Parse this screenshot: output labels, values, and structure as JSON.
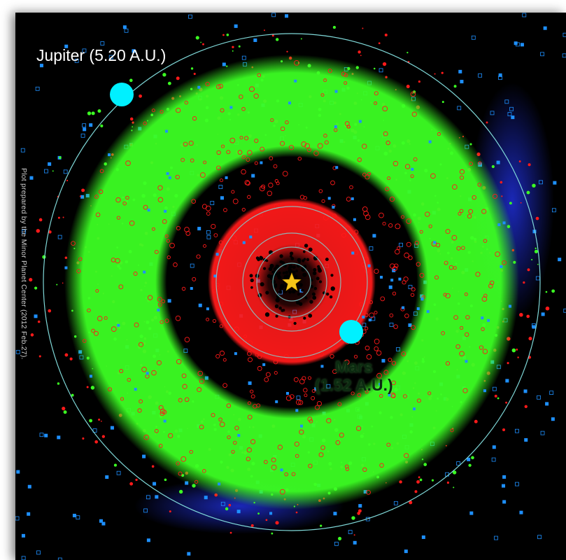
{
  "image": {
    "subject": "inner-solar-system-asteroid-plot"
  },
  "labels": {
    "jupiter": "Jupiter (5.20 A.U.)",
    "mars_name": "Mars",
    "mars_distance": "(1.52 A.U.)",
    "credit": "Plot prepared by the Minor Planet Center (2012 Feb.27)."
  },
  "colors": {
    "background": "#000000",
    "main_belt": "#3cff23",
    "near_earth": "#ff1a1a",
    "trojans": "#1f2fd8",
    "comets": "#1e90ff",
    "planet": "#00f0ff",
    "orbit": "#7fd8d8",
    "sun": "#f5c518"
  },
  "icons": {
    "sun": "star-icon",
    "planets": "circle-icon"
  }
}
